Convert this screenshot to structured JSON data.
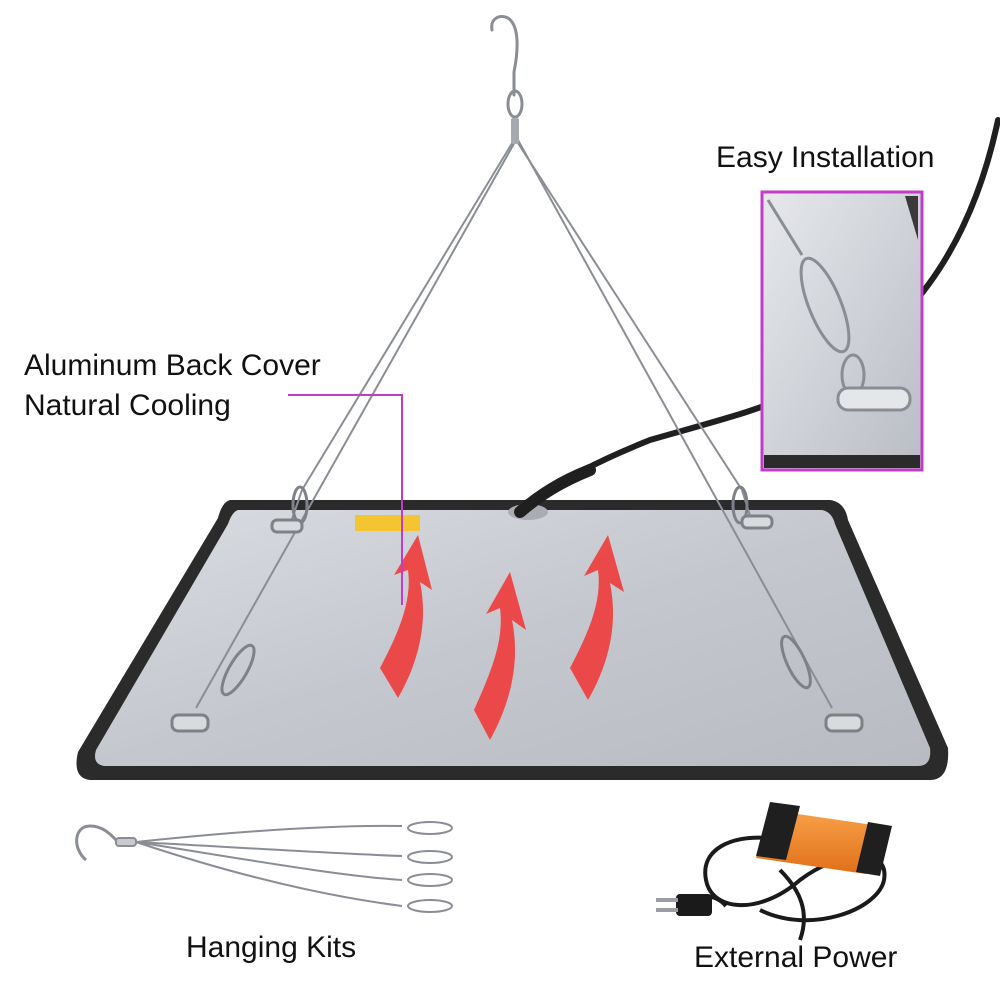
{
  "labels": {
    "back_cover_line1": "Aluminum Back Cover",
    "back_cover_line2": "Natural Cooling",
    "easy_installation": "Easy Installation",
    "hanging_kits": "Hanging Kits",
    "external_power": "External Power"
  },
  "colors": {
    "callout": "#c33cc8",
    "arrow": "#ef3e3e",
    "panel_fill": "#c8ccd2",
    "panel_frame": "#2b2b2b",
    "power_box": "#f0882a"
  },
  "icons": {
    "hook": "hook-icon",
    "arrow": "heat-arrow-icon",
    "driver": "power-driver-icon",
    "plug": "plug-icon"
  }
}
